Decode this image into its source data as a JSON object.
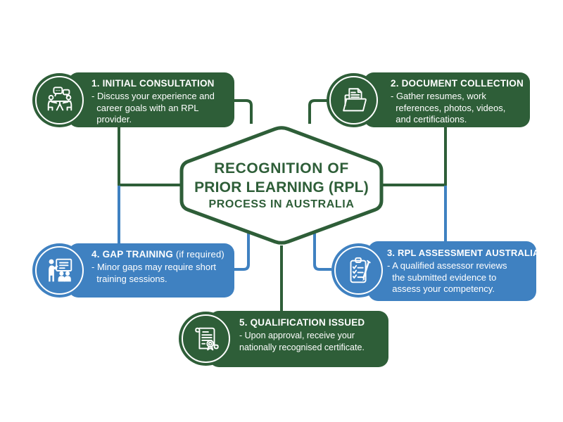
{
  "colors": {
    "green": "#2e5e38",
    "blue": "#3f81c1",
    "text_on_box": "#ffffff",
    "background": "#ffffff"
  },
  "hexagon": {
    "line1": "RECOGNITION OF",
    "line2": "PRIOR LEARNING (RPL)",
    "line3": "PROCESS IN AUSTRALIA"
  },
  "steps": [
    {
      "title": "1. INITIAL CONSULTATION",
      "title_suffix": "",
      "body": "- Discuss your experience and\n  career goals with an RPL\n  provider.",
      "color": "green",
      "icon": "consultation-icon",
      "position": "top-left"
    },
    {
      "title": "2. DOCUMENT COLLECTION",
      "title_suffix": "",
      "body": "- Gather resumes, work\n  references, photos, videos,\n  and certifications.",
      "color": "green",
      "icon": "document-folder-icon",
      "position": "top-right"
    },
    {
      "title": "3. RPL ASSESSMENT AUSTRALIA",
      "title_suffix": "",
      "body": "- A qualified assessor reviews\n  the submitted evidence to\n  assess your competency.",
      "color": "blue",
      "icon": "clipboard-checklist-icon",
      "position": "bottom-right"
    },
    {
      "title": "4. GAP TRAINING",
      "title_suffix": " (if required)",
      "body": "- Minor gaps may require short\n  training sessions.",
      "color": "blue",
      "icon": "training-presentation-icon",
      "position": "bottom-left"
    },
    {
      "title": "5. QUALIFICATION ISSUED",
      "title_suffix": "",
      "body": "- Upon approval, receive your\nnationally recognised certificate.",
      "color": "green",
      "icon": "certificate-icon",
      "position": "bottom-center"
    }
  ]
}
